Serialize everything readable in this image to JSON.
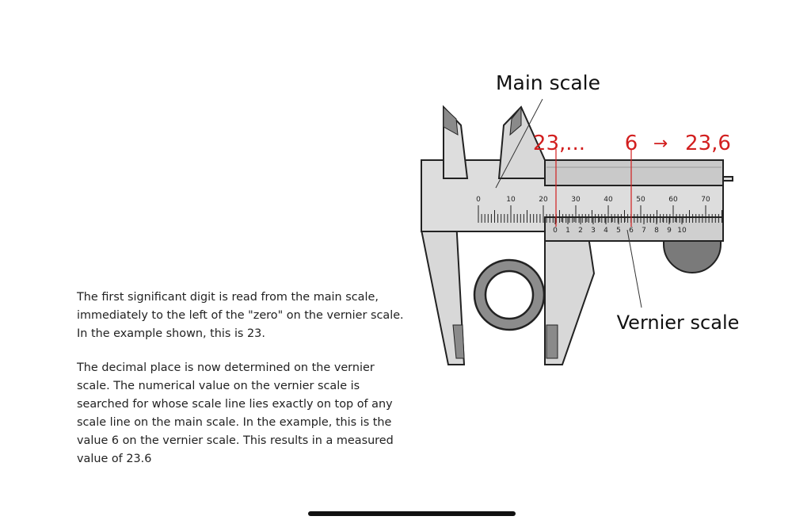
{
  "instructions": {
    "paragraph1": "The first significant digit is read from the main scale, immediately to the left of the \"zero\" on the vernier scale. In the example shown, this is 23.",
    "paragraph2": "The decimal place is now determined on the vernier scale. The numerical value on the vernier scale is searched for whose scale line lies exactly on top of any scale line on the main scale. In the example, this is the value 6 on the vernier scale. This results in a measured value of 23.6"
  },
  "diagram": {
    "main_scale_label": "Main scale",
    "vernier_scale_label": "Vernier scale",
    "reading_main": "23,...",
    "reading_vernier": "6",
    "reading_arrow": "→",
    "reading_result": "23,6",
    "main_scale_numbers": [
      "0",
      "10",
      "20",
      "30",
      "40",
      "50",
      "60",
      "70"
    ],
    "vernier_scale_numbers": [
      "0",
      "1",
      "2",
      "3",
      "4",
      "5",
      "6",
      "7",
      "8",
      "9",
      "10"
    ],
    "highlight_color": "#d21f1f"
  }
}
